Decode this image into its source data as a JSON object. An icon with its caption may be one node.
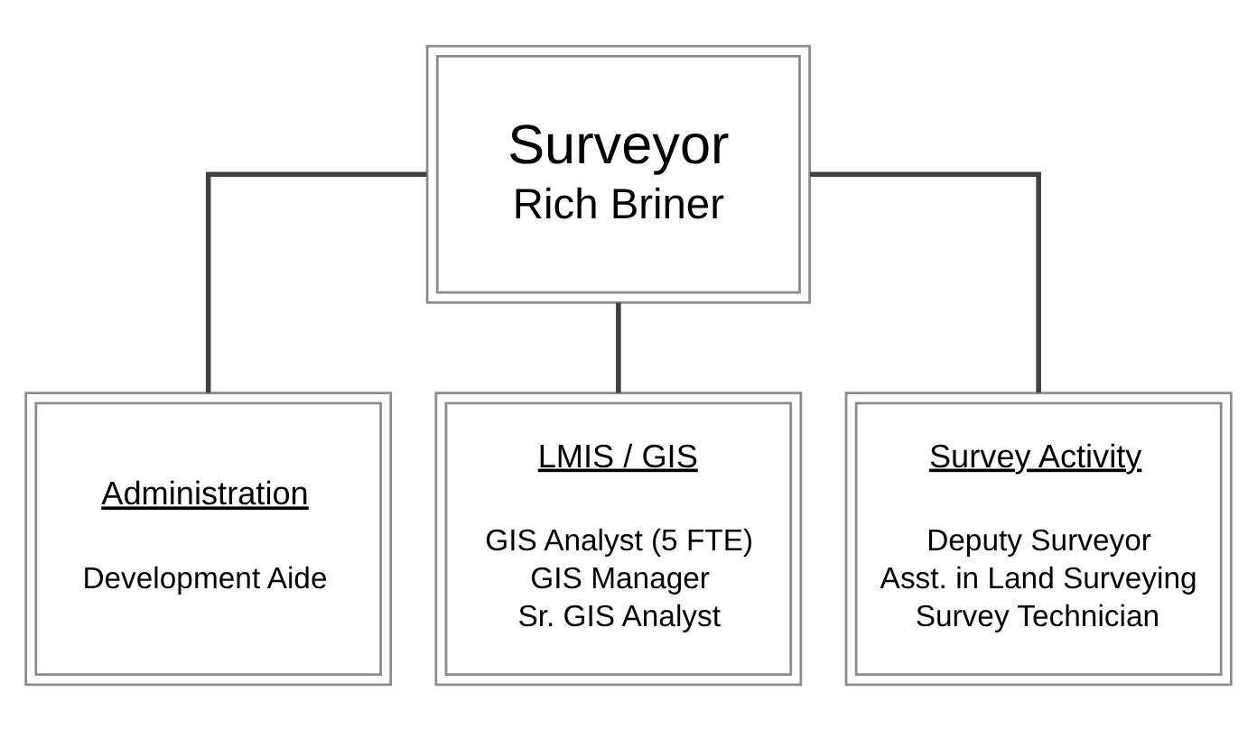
{
  "diagram": {
    "nodes": [
      {
        "text": [
          "Surveyor",
          "Rich Briner"
        ]
      },
      {
        "text": [
          "Administration",
          "Development Aide"
        ]
      },
      {
        "text": [
          "LMIS / GIS",
          "GIS Analyst (5 FTE)",
          "GIS Manager",
          "Sr. GIS Analyst"
        ]
      },
      {
        "text": [
          "Survey Activity",
          "Deputy Surveyor",
          "Asst. in Land Surveying",
          "Survey Technician"
        ]
      }
    ],
    "edges": [
      {
        "from": 0,
        "to": 1,
        "arrow": "none"
      },
      {
        "from": 0,
        "to": 2,
        "arrow": "none"
      },
      {
        "from": 0,
        "to": 3,
        "arrow": "none"
      }
    ]
  }
}
